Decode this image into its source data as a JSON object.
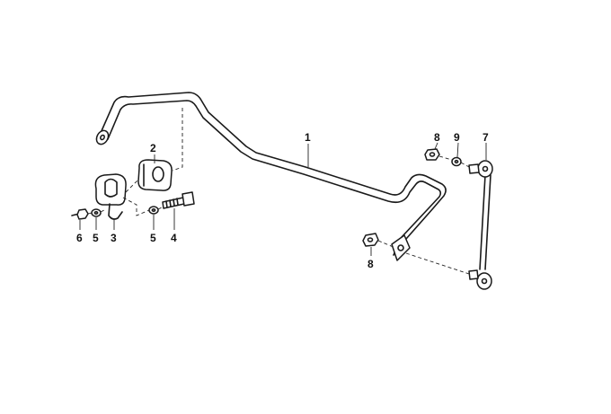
{
  "callouts": [
    {
      "id": "c1",
      "text": "1"
    },
    {
      "id": "c2",
      "text": "2"
    },
    {
      "id": "c3",
      "text": "3"
    },
    {
      "id": "c4",
      "text": "4"
    },
    {
      "id": "c5a",
      "text": "5"
    },
    {
      "id": "c5b",
      "text": "5"
    },
    {
      "id": "c6",
      "text": "6"
    },
    {
      "id": "c7",
      "text": "7"
    },
    {
      "id": "c8a",
      "text": "8"
    },
    {
      "id": "c8b",
      "text": "8"
    },
    {
      "id": "c9",
      "text": "9"
    }
  ]
}
